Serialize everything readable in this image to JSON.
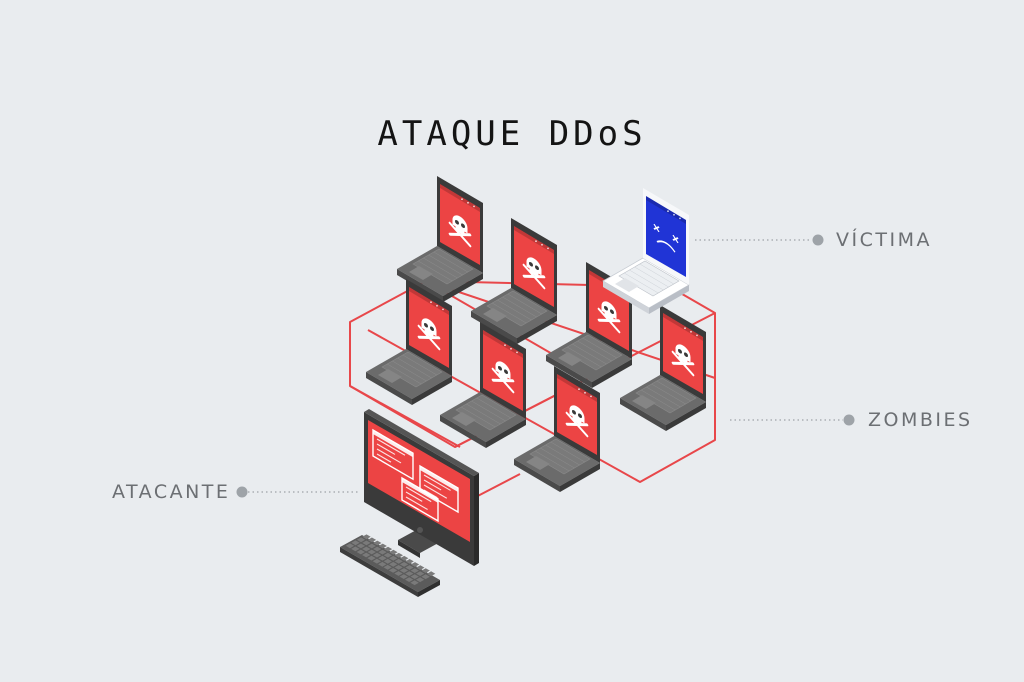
{
  "title": "ATAQUE DDoS",
  "labels": {
    "victim": "VÍCTIMA",
    "zombies": "ZOMBIES",
    "attacker": "ATACANTE"
  },
  "icons": {
    "zombie": "skull-crossbones-icon",
    "victim": "sad-face-icon"
  },
  "colors": {
    "background": "#e9ecef",
    "zombie_screen": "#ec4444",
    "victim_screen": "#2034d6",
    "network_line": "#e8474a",
    "device_body": "#595959",
    "label_text": "#6c6f73",
    "label_marker": "#9ea3a8"
  }
}
